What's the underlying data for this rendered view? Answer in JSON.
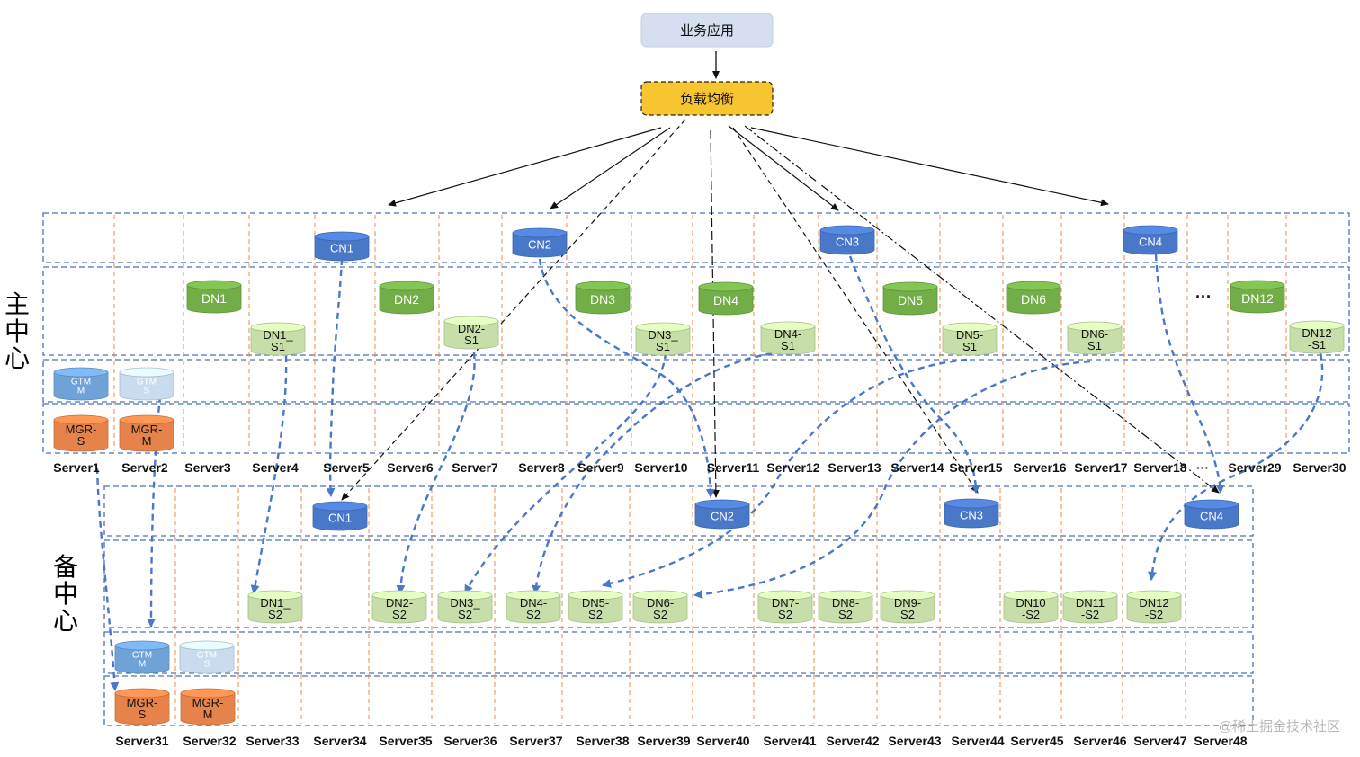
{
  "top": {
    "app": "业务应用",
    "lb": "负载均衡"
  },
  "centers": {
    "main": "主中心",
    "backup": "备中心"
  },
  "colors": {
    "cn": "#4a78c8",
    "dn": "#72ad47",
    "dn_light": "#c6dea8",
    "gtm": "#6fa3d8",
    "gtm_light": "#c9dcef",
    "mgr": "#e6834a",
    "zone_border": "#4a70b8",
    "server_divider": "#ee8a3c",
    "lb_fill": "#f6c530",
    "app_fill": "#d5dff0"
  },
  "main_servers": [
    "Server1",
    "Server2",
    "Server3",
    "Server4",
    "Server5",
    "Server6",
    "Server7",
    "Server8",
    "Server9",
    "Server10",
    "Server11",
    "Server12",
    "Server13",
    "Server14",
    "Server15",
    "Server16",
    "Server17",
    "Server18",
    "···",
    "Server29",
    "Server30"
  ],
  "backup_servers": [
    "Server31",
    "Server32",
    "Server33",
    "Server34",
    "Server35",
    "Server36",
    "Server37",
    "Server38",
    "Server39",
    "Server40",
    "Server41",
    "Server42",
    "Server43",
    "Server44",
    "Server45",
    "Server46",
    "Server47",
    "Server48"
  ],
  "main_nodes": {
    "cn": [
      "CN1",
      "CN2",
      "CN3",
      "CN4"
    ],
    "dn": [
      "DN1",
      "DN2",
      "DN3",
      "DN4",
      "DN5",
      "DN6",
      "DN12"
    ],
    "dn_s1": [
      "DN1_\nS1",
      "DN2-\nS1",
      "DN3_\nS1",
      "DN4-\nS1",
      "DN5-\nS1",
      "DN6-\nS1",
      "DN12\n-S1"
    ],
    "gtm": [
      "GTM\nM",
      "GTM\nS"
    ],
    "mgr": [
      "MGR-\nS",
      "MGR-\nM"
    ],
    "ellipsis": "···"
  },
  "backup_nodes": {
    "cn": [
      "CN1",
      "CN2",
      "CN3",
      "CN4"
    ],
    "dn_s2": [
      "DN1_\nS2",
      "DN2-\nS2",
      "DN3_\nS2",
      "DN4-\nS2",
      "DN5-\nS2",
      "DN6-\nS2",
      "DN7-\nS2",
      "DN8-\nS2",
      "DN9-\nS2",
      "DN10\n-S2",
      "DN11\n-S2",
      "DN12\n-S2"
    ],
    "gtm": [
      "GTM\nM",
      "GTM\nS"
    ],
    "mgr": [
      "MGR-\nS",
      "MGR-\nM"
    ]
  },
  "watermark": "@稀土掘金技术社区"
}
